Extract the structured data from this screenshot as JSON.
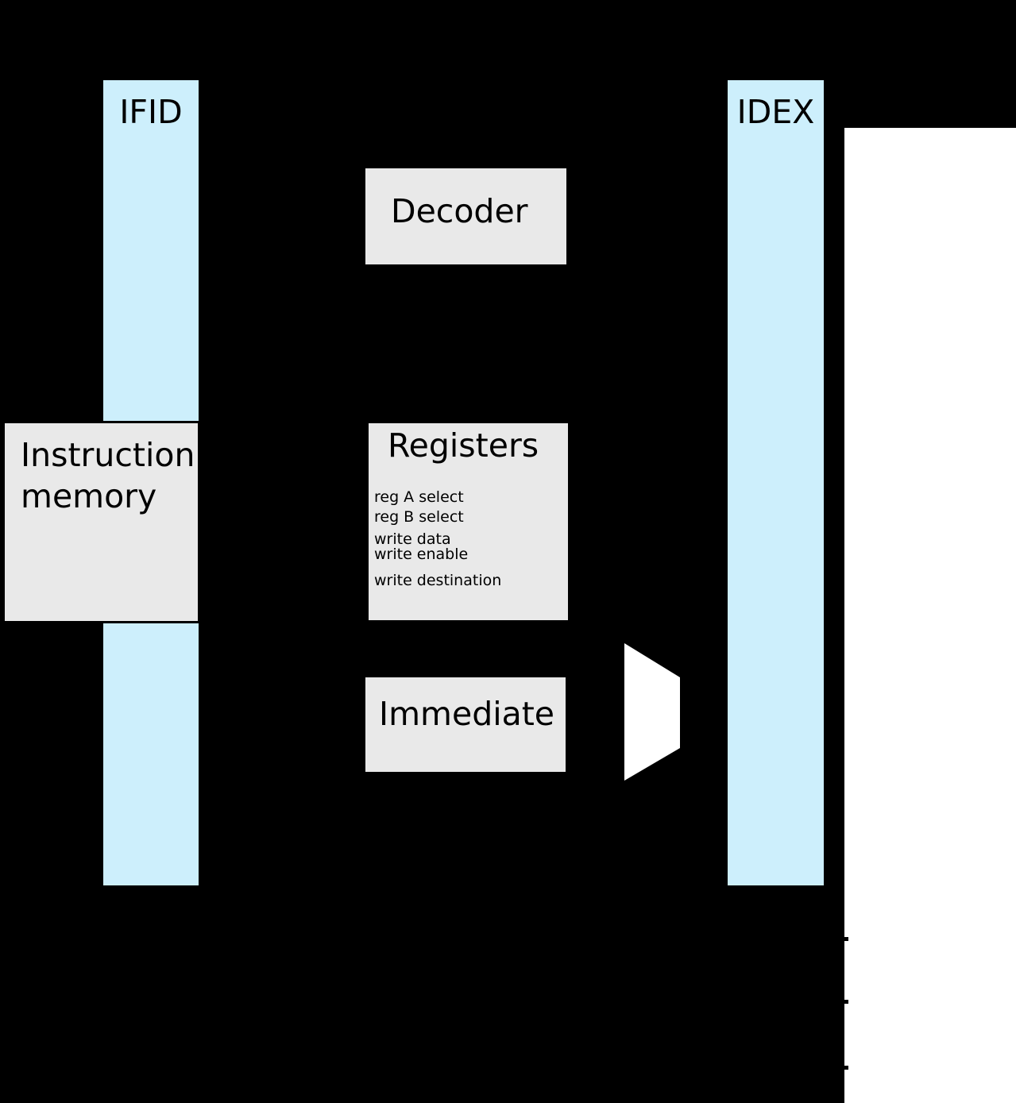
{
  "colors": {
    "background": "#000000",
    "pipeline_register_fill": "#cdeffc",
    "block_fill": "#e9e9e9",
    "outline": "#000000",
    "panel_fill": "#ffffff",
    "text": "#000000"
  },
  "pipeline_registers": {
    "ifid": {
      "label": "IFID"
    },
    "idex": {
      "label": "IDEX"
    }
  },
  "blocks": {
    "decoder": {
      "label": "Decoder"
    },
    "instruction_memory": {
      "label": "Instruction memory"
    },
    "registers": {
      "title": "Registers",
      "ports": [
        "reg A select",
        "reg B select",
        "write data",
        "write enable",
        "write destination"
      ]
    },
    "immediate": {
      "label": "Immediate"
    }
  }
}
